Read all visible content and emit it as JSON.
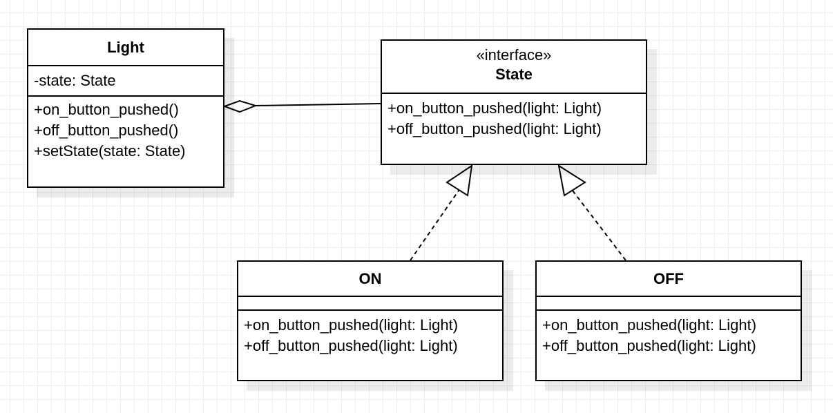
{
  "classes": {
    "light": {
      "name": "Light",
      "attributes": [
        "-state: State"
      ],
      "operations": [
        "+on_button_pushed()",
        "+off_button_pushed()",
        "+setState(state: State)"
      ]
    },
    "state": {
      "stereotype": "«interface»",
      "name": "State",
      "operations": [
        "+on_button_pushed(light: Light)",
        "+off_button_pushed(light: Light)"
      ]
    },
    "on": {
      "name": "ON",
      "operations": [
        "+on_button_pushed(light: Light)",
        "+off_button_pushed(light: Light)"
      ]
    },
    "off": {
      "name": "OFF",
      "operations": [
        "+on_button_pushed(light: Light)",
        "+off_button_pushed(light: Light)"
      ]
    }
  },
  "relationships": [
    {
      "type": "aggregation",
      "from": "Light",
      "to": "State"
    },
    {
      "type": "realization",
      "from": "ON",
      "to": "State"
    },
    {
      "type": "realization",
      "from": "OFF",
      "to": "State"
    }
  ]
}
